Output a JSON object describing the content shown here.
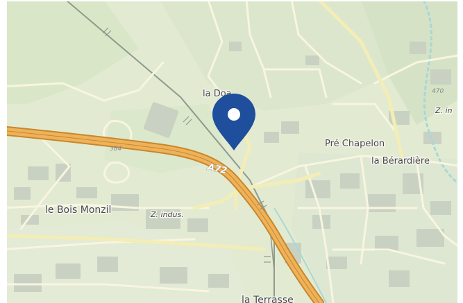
{
  "map": {
    "place_labels": {
      "la_doa": "la Doa",
      "pre_chapelon": "Pré Chapelon",
      "la_berardiere": "la Bérardière",
      "le_bois_monzil": "le Bois Monzil",
      "z_indus": "Z. indus.",
      "z_in_edge": "Z. in",
      "la_terrasse": "la Terrasse"
    },
    "road_labels": {
      "motorway": "A72",
      "route_384": "384",
      "route_470": "470"
    },
    "marker": {
      "icon": "map-pin-icon",
      "color": "#1f4e9c"
    },
    "colors": {
      "background": "#e4ecd3",
      "motorway": "#e8a33c",
      "minor_road": "#f7f4dc",
      "building": "#c7d0c1",
      "water": "#9fd4d4"
    }
  }
}
